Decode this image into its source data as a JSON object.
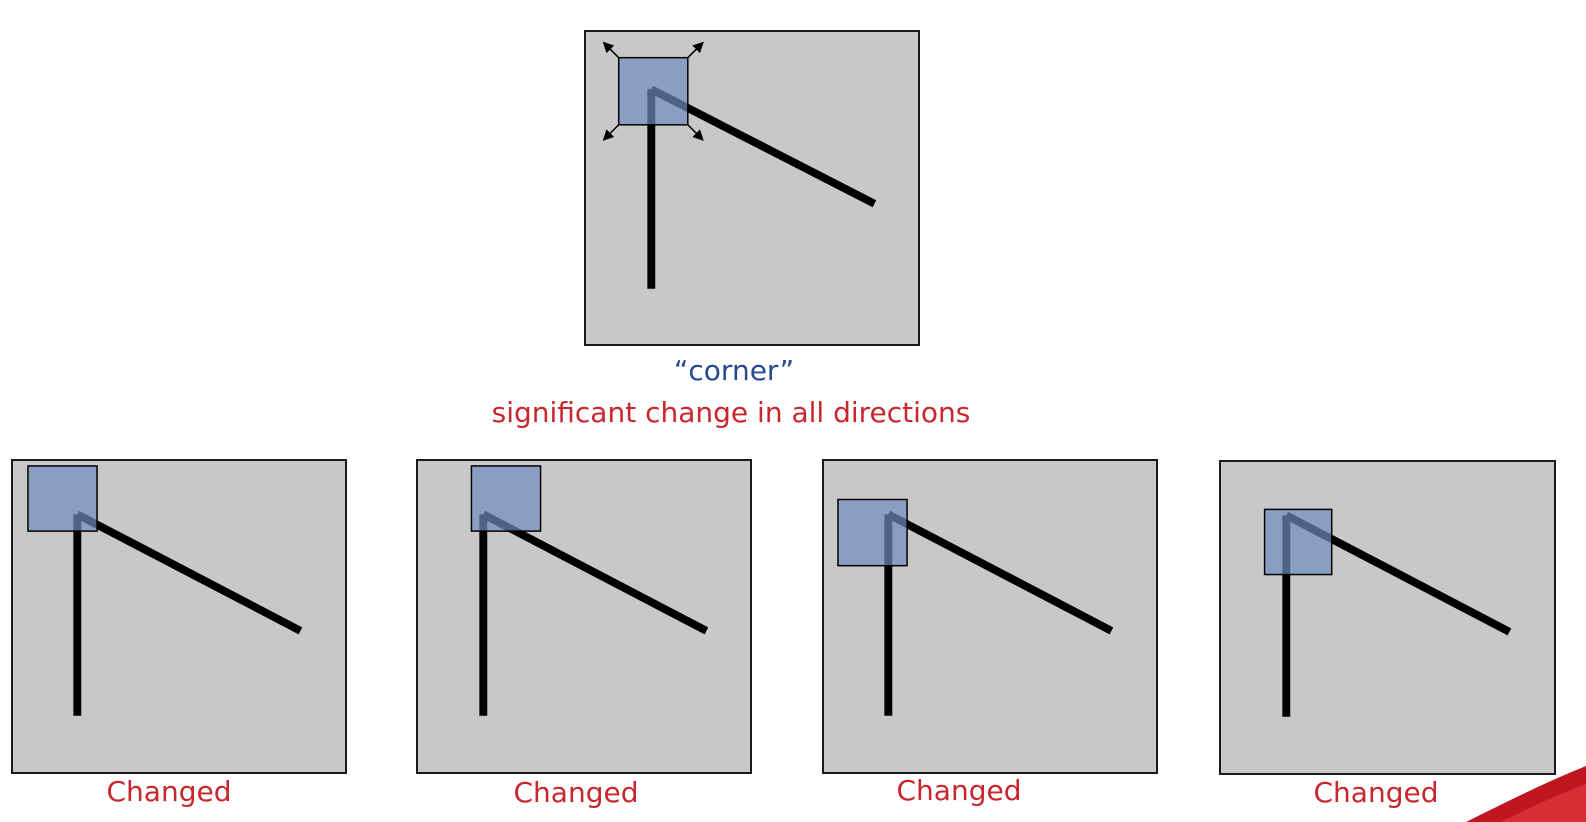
{
  "top": {
    "label": "“corner”",
    "description": "significant change in all directions"
  },
  "bottom": [
    {
      "caption": "Changed"
    },
    {
      "caption": "Changed"
    },
    {
      "caption": "Changed"
    },
    {
      "caption": "Changed"
    }
  ],
  "colors": {
    "panel_bg": "#c8c8c8",
    "window_fill": "#6f8cc0",
    "stroke": "#000000",
    "caption_red": "#c8272d",
    "caption_blue": "#2a4a90",
    "accent": "#c0161f"
  }
}
